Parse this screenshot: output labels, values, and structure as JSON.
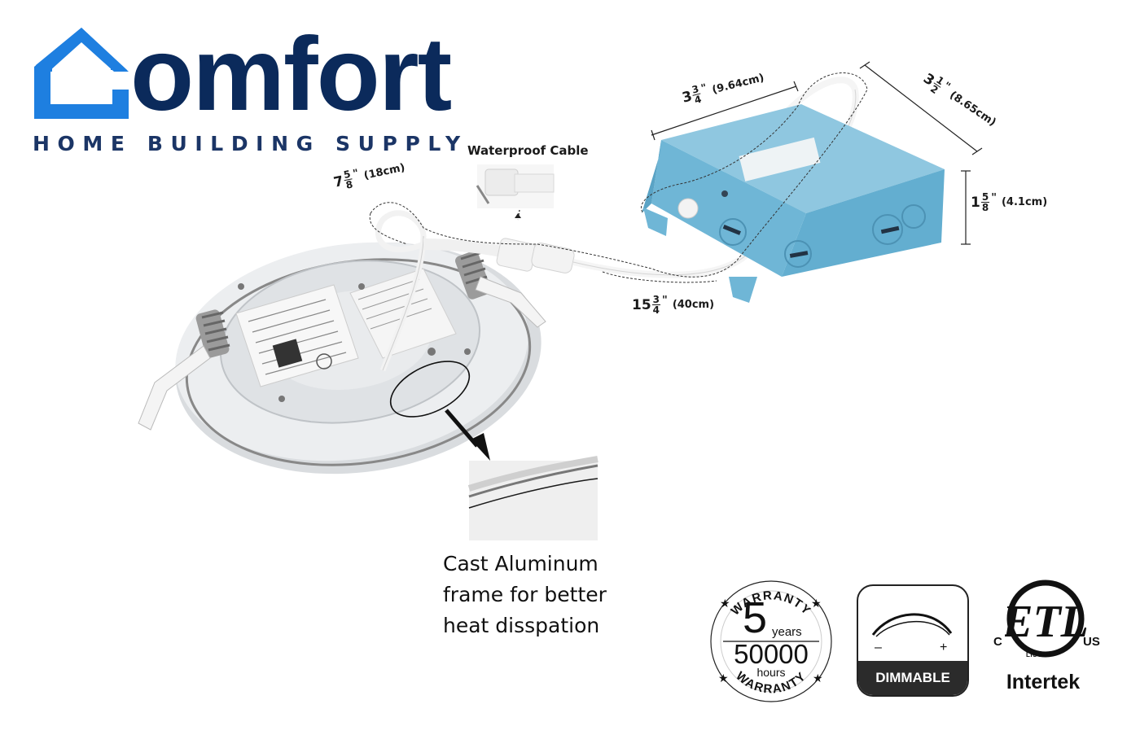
{
  "logo": {
    "word": "omfort",
    "tagline": "HOME BUILDING SUPPLY",
    "colors": {
      "house": "#1e7fe0",
      "word": "#0b2a5b",
      "tagline": "#1b3566"
    },
    "icon": "house-c-icon"
  },
  "callouts": {
    "waterproof": "Waterproof Cable",
    "cast_aluminum": [
      "Cast Aluminum",
      "frame for better",
      "heat disspation"
    ]
  },
  "dimensions": {
    "cable_short": {
      "whole": "7",
      "num": "5",
      "den": "8",
      "mark": "\"",
      "metric": "(18cm)"
    },
    "box_length": {
      "whole": "3",
      "num": "3",
      "den": "4",
      "mark": "\"",
      "metric": "(9.64cm)"
    },
    "box_width": {
      "whole": "3",
      "num": "1",
      "den": "2",
      "mark": "\"",
      "metric": "(8.65cm)"
    },
    "box_height": {
      "whole": "1",
      "num": "5",
      "den": "8",
      "mark": "\"",
      "metric": "(4.1cm)"
    },
    "cable_long": {
      "whole": "15",
      "num": "3",
      "den": "4",
      "mark": "\"",
      "metric": "(40cm)"
    }
  },
  "badges": {
    "warranty": {
      "top_arc": "WARRANTY",
      "bottom_arc": "WARRANTY",
      "years_num": "5",
      "years_label": "years",
      "hours_num": "50000",
      "hours_label": "hours"
    },
    "dimmable": {
      "label": "DIMMABLE",
      "minus": "–",
      "plus": "+"
    },
    "etl": {
      "c": "C",
      "us": "US",
      "listed": "LISTED",
      "brand": "Intertek",
      "mark": "ETL"
    }
  },
  "colors": {
    "junction_box": "#6fb6d6",
    "fixture": "#e6e8ea"
  }
}
